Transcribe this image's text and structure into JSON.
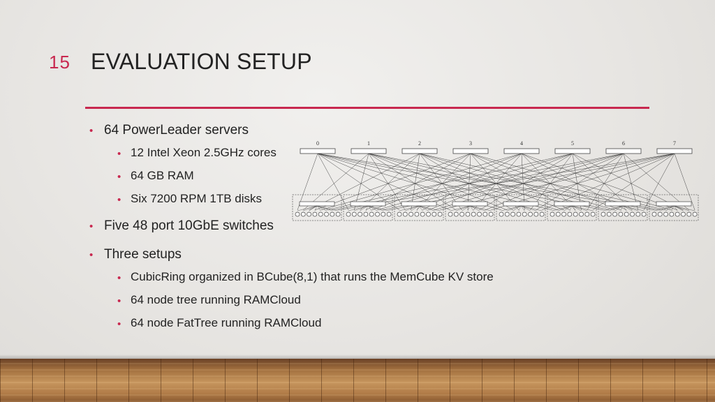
{
  "slide": {
    "number": "15",
    "title": "EVALUATION SETUP"
  },
  "bullets": [
    {
      "text": "64 PowerLeader servers",
      "children": [
        "12 Intel Xeon 2.5GHz cores",
        "64 GB RAM",
        "Six 7200 RPM 1TB disks"
      ]
    },
    {
      "text": "Five 48 port 10GbE switches",
      "children": []
    },
    {
      "text": "Three setups",
      "children": [
        "CubicRing organized in BCube(8,1) that runs the MemCube KV store",
        "64 node tree running RAMCloud",
        "64 node FatTree running RAMCloud"
      ]
    }
  ],
  "diagram": {
    "switch_labels": [
      "0",
      "1",
      "2",
      "3",
      "4",
      "5",
      "6",
      "7"
    ],
    "groups": 8,
    "servers_per_group": 8
  },
  "colors": {
    "accent": "#c8284f",
    "text": "#222222"
  }
}
